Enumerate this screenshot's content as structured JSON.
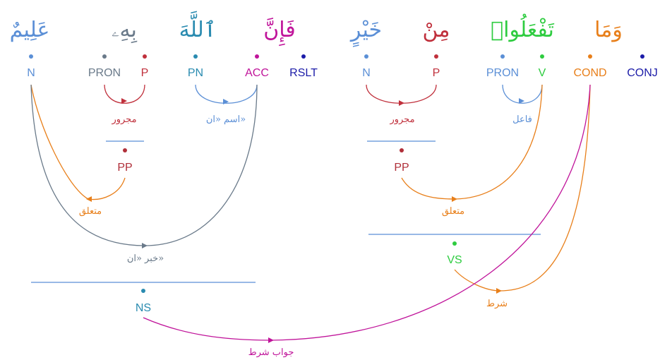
{
  "colors": {
    "blue": "#5b8fd6",
    "red": "#c0303c",
    "slate": "#6a7a8a",
    "teal": "#2a8bb0",
    "magenta": "#c0149a",
    "navy": "#1c1ca8",
    "green": "#2ecc40",
    "orange": "#e87f1a",
    "pp_red": "#b02f39",
    "line_blue": "#5b8fd6"
  },
  "words": [
    {
      "text": "عَلِيمٌ",
      "color": "blue"
    },
    {
      "text": "بِهِۦ",
      "color": "slate"
    },
    {
      "text": "ٱللَّهَ",
      "color": "teal"
    },
    {
      "text": "فَإِنَّ",
      "color": "magenta"
    },
    {
      "text": "خَيْرٍ",
      "color": "blue"
    },
    {
      "text": "مِنْ",
      "color": "red"
    },
    {
      "text": "تَفْعَلُوا۟",
      "color": "green"
    },
    {
      "text": "وَمَا",
      "color": "orange"
    }
  ],
  "tags": [
    {
      "text": "N",
      "color": "blue"
    },
    {
      "text": "PRON",
      "color": "slate"
    },
    {
      "text": "P",
      "color": "red"
    },
    {
      "text": "PN",
      "color": "teal"
    },
    {
      "text": "ACC",
      "color": "magenta"
    },
    {
      "text": "RSLT",
      "color": "navy"
    },
    {
      "text": "N",
      "color": "blue"
    },
    {
      "text": "P",
      "color": "red"
    },
    {
      "text": "PRON",
      "color": "blue"
    },
    {
      "text": "V",
      "color": "green"
    },
    {
      "text": "COND",
      "color": "orange"
    },
    {
      "text": "CONJ",
      "color": "navy"
    }
  ],
  "phrases": [
    {
      "text": "PP",
      "color": "pp_red"
    },
    {
      "text": "PP",
      "color": "pp_red"
    },
    {
      "text": "VS",
      "color": "green"
    },
    {
      "text": "NS",
      "color": "teal"
    }
  ],
  "relations": [
    {
      "text": "مجرور",
      "color": "red"
    },
    {
      "text": "اسم «ان»",
      "color": "blue"
    },
    {
      "text": "مجرور",
      "color": "red"
    },
    {
      "text": "فاعل",
      "color": "blue"
    },
    {
      "text": "متعلق",
      "color": "orange"
    },
    {
      "text": "متعلق",
      "color": "orange"
    },
    {
      "text": "خبر «ان»",
      "color": "slate"
    },
    {
      "text": "شرط",
      "color": "orange"
    },
    {
      "text": "جواب شرط",
      "color": "magenta"
    }
  ]
}
